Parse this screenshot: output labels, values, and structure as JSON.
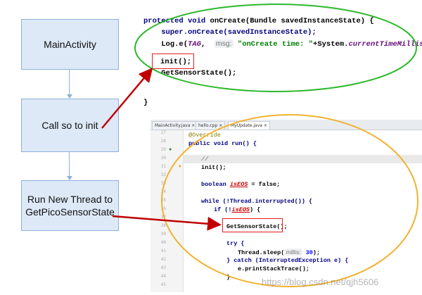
{
  "boxes": [
    {
      "label": "MainActivity"
    },
    {
      "label": "Call so to init"
    },
    {
      "label": "Run New Thread to GetPicoSensorState"
    }
  ],
  "top_code": {
    "line1_kw": "protected void",
    "line1_rest": " onCreate(Bundle savedInstanceState) {",
    "line2": "    super.onCreate(savedInstanceState);",
    "line3_a": "    Log.e(",
    "line3_tag": "TAG",
    "line3_b": ",  ",
    "line3_hint": "msg:",
    "line3_str": " \"onCreate time: \"",
    "line3_c": "+System.",
    "line3_call": "currentTimeMillis",
    "line3_d": "();",
    "line5": "init();",
    "line6": "    GetSensorState();",
    "line8": "}"
  },
  "ide": {
    "tabs": [
      "MainActivity.java ×",
      "hello.cpp ×",
      "MyUpdate.java ×"
    ],
    "line_numbers": [
      "27",
      "28",
      "29",
      "30",
      "31",
      "32",
      "33",
      "34",
      "35",
      "36",
      "37",
      "38",
      "39",
      "40",
      "41",
      "42",
      "43",
      "44",
      "45"
    ],
    "override": "@Override",
    "run_sig": "public void run() {",
    "comment": "//",
    "init_call": "init();",
    "bool_kw": "boolean ",
    "bool_var": "isEOS",
    "bool_rest": " = false;",
    "while_line": "while (!Thread.interrupted()) {",
    "if_a": "if (!",
    "if_var": "isEOS",
    "if_b": ") {",
    "get_call": "GetSensorState();",
    "try_line": "try {",
    "sleep_a": "Thread.sleep(",
    "sleep_hint": "millis:",
    "sleep_num": " 30",
    "sleep_b": ");",
    "catch_line": "} catch (InterruptedException e) {",
    "trace_line": "e.printStackTrace();",
    "close_brace": "}"
  },
  "watermark": "https://blog.csdn.net/qjh5606",
  "colors": {
    "box_fill": "#dde9f7",
    "box_border": "#8fb0d8",
    "arrow_red": "#c00000",
    "ellipse_green": "#2db82d",
    "ellipse_orange": "#f2b230"
  }
}
